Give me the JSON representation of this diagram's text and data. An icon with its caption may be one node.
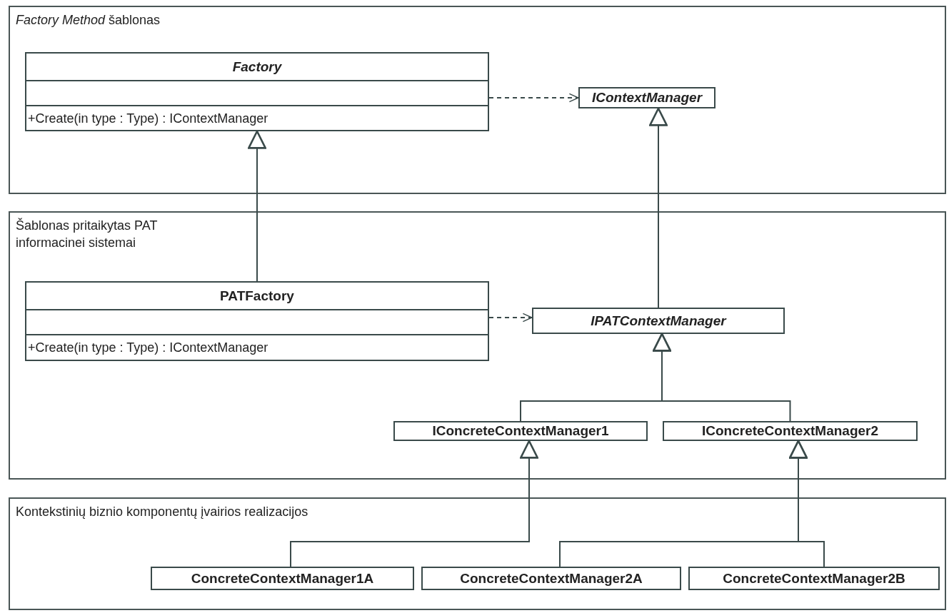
{
  "diagram": {
    "nodes": [
      {
        "text": [
          "*Factory Method* šablonas"
        ]
      },
      {
        "text": [
          "Factory",
          "+Create(in type : Type) : IContextManager"
        ],
        "in": 0
      },
      {
        "text": [
          "IContextManager"
        ],
        "in": 0
      },
      {
        "text": [
          "Šablonas pritaikytas PAT informacinei sistemai"
        ]
      },
      {
        "text": [
          "PATFactory",
          "+Create(in type : Type) : IContextManager"
        ],
        "in": 3
      },
      {
        "text": [
          "IPATContextManager"
        ],
        "in": 3
      },
      {
        "text": [
          "IConcreteContextManager1"
        ],
        "in": 3
      },
      {
        "text": [
          "IConcreteContextManager2"
        ],
        "in": 3
      },
      {
        "text": [
          "Kontekstinių biznio komponentų įvairios realizacijos"
        ]
      },
      {
        "text": [
          "ConcreteContextManager1A"
        ],
        "in": 8
      },
      {
        "text": [
          "ConcreteContextManager2A"
        ],
        "in": 8
      },
      {
        "text": [
          "ConcreteContextManager2B"
        ],
        "in": 8
      }
    ],
    "edges": [
      {
        "from": 1,
        "to": 2,
        "arrow": "to",
        "style": "dashed"
      },
      {
        "from": 4,
        "to": 1,
        "arrow": "to"
      },
      {
        "from": 4,
        "to": 5,
        "arrow": "to",
        "style": "dashed"
      },
      {
        "from": 5,
        "to": 2,
        "arrow": "to"
      },
      {
        "from": 6,
        "to": 5,
        "arrow": "to"
      },
      {
        "from": 7,
        "to": 5,
        "arrow": "to"
      },
      {
        "from": 9,
        "to": 6,
        "arrow": "to"
      },
      {
        "from": 10,
        "to": 7,
        "arrow": "to"
      },
      {
        "from": 11,
        "to": 7,
        "arrow": "to"
      }
    ]
  }
}
